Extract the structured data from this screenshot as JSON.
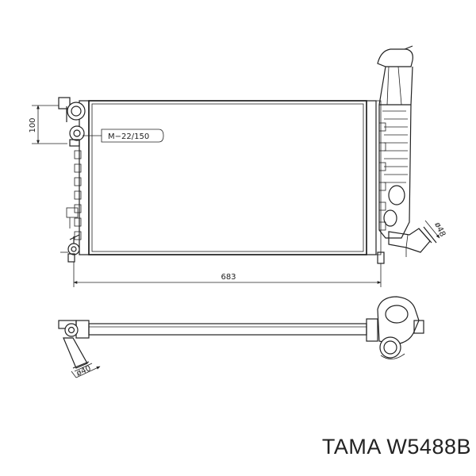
{
  "dimensions": {
    "width": "683",
    "height": "100",
    "thread": "M−22/150",
    "outlet_diameter": "ø48",
    "inlet_diameter": "ø40"
  },
  "caption": "TAMA W5488B"
}
